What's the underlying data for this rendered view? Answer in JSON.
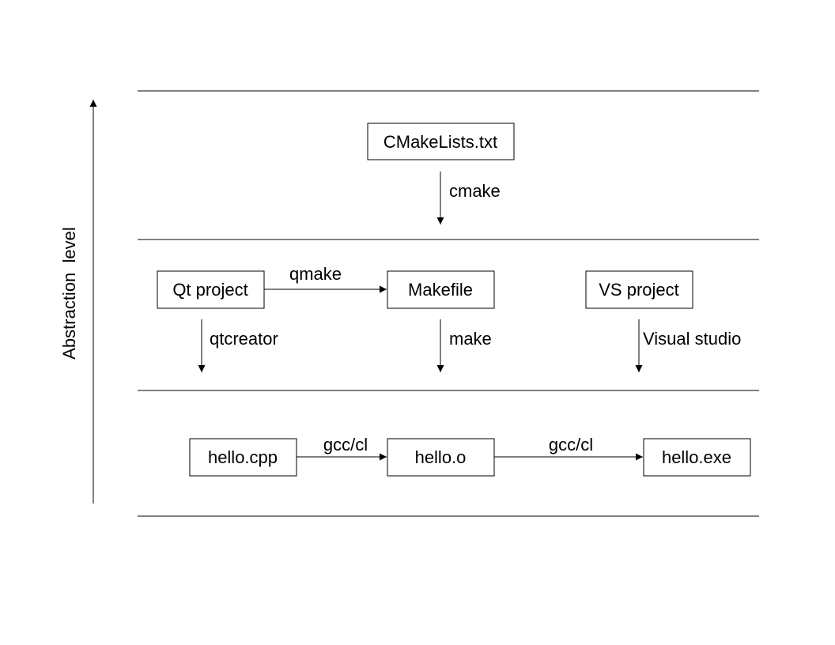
{
  "axis": {
    "label": "Abstraction  level"
  },
  "nodes": {
    "cmakelists": "CMakeLists.txt",
    "qt_project": "Qt project",
    "makefile": "Makefile",
    "vs_project": "VS project",
    "hello_cpp": "hello.cpp",
    "hello_o": "hello.o",
    "hello_exe": "hello.exe"
  },
  "edges": {
    "cmake": "cmake",
    "qmake": "qmake",
    "qtcreator": "qtcreator",
    "make": "make",
    "visual_studio": "Visual studio",
    "gcc_cl_1": "gcc/cl",
    "gcc_cl_2": "gcc/cl"
  },
  "colors": {
    "line": "#000000",
    "background": "#ffffff"
  }
}
